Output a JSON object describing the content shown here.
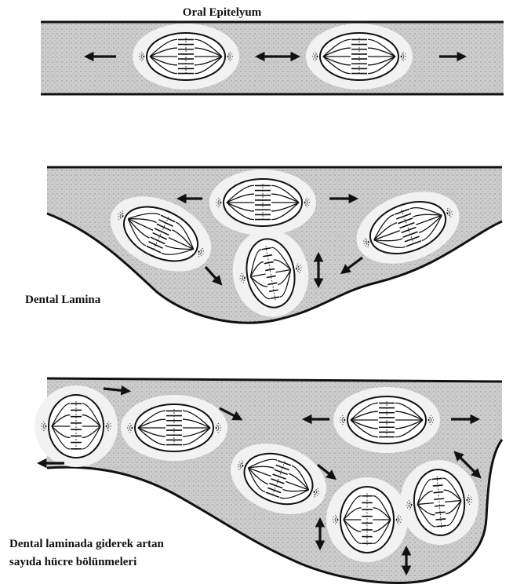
{
  "labels": {
    "oral_epithelium": "Oral Epitelyum",
    "dental_lamina": "Dental Lamina",
    "caption_line1": "Dental laminada giderek artan",
    "caption_line2": "sayıda hücre bölünmeleri"
  },
  "colors": {
    "tissue_fill": "#c9c9c9",
    "halo_fill": "#f2f2f2",
    "ink": "#111111",
    "background": "#ffffff"
  },
  "panels": [
    {
      "id": "oral-epithelium",
      "dividing_cells": 2
    },
    {
      "id": "dental-lamina",
      "dividing_cells": 4
    },
    {
      "id": "dental-lamina-proliferation",
      "dividing_cells": 6
    }
  ]
}
